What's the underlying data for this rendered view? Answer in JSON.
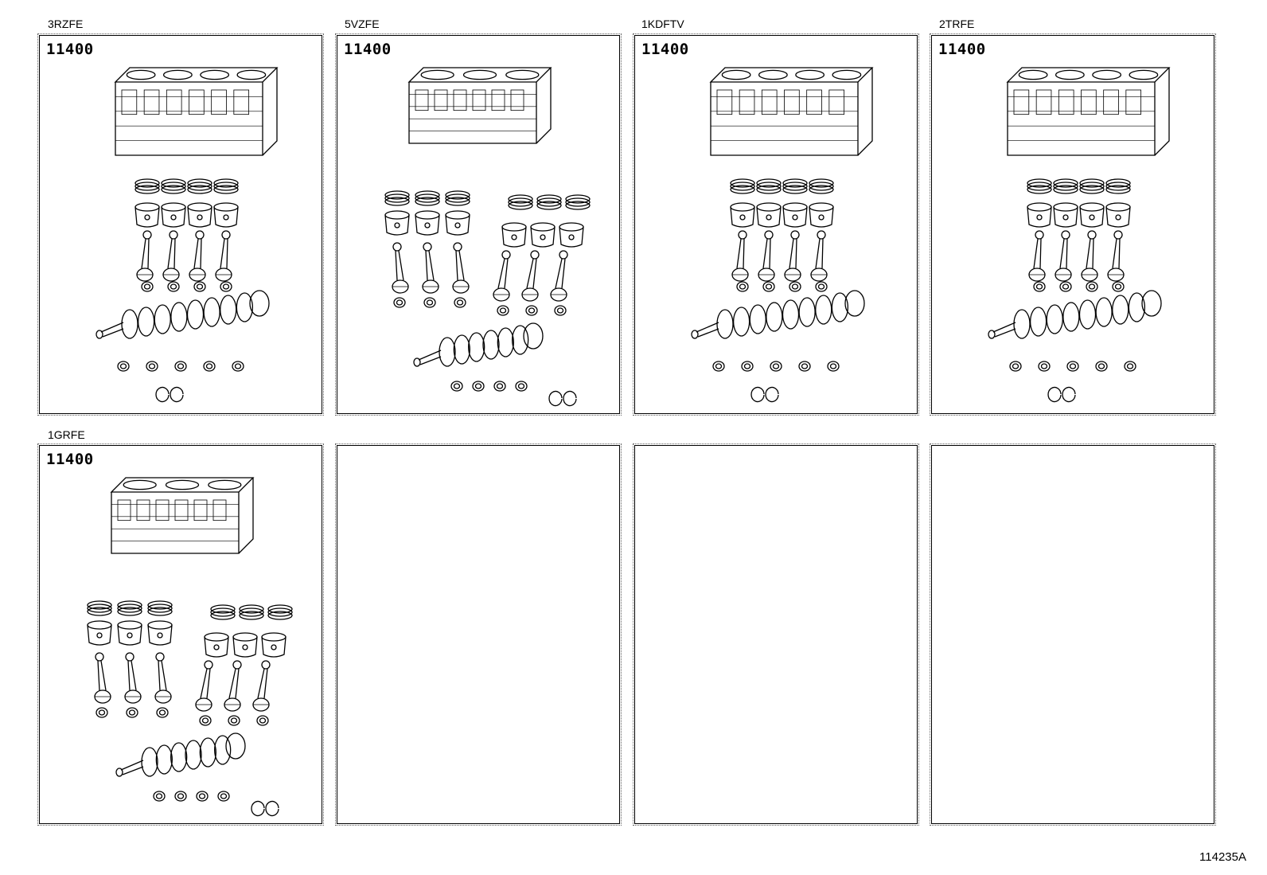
{
  "panels": [
    {
      "engine": "3RZFE",
      "part_number": "11400",
      "layout": "inline4"
    },
    {
      "engine": "5VZFE",
      "part_number": "11400",
      "layout": "v6"
    },
    {
      "engine": "1KDFTV",
      "part_number": "11400",
      "layout": "inline4"
    },
    {
      "engine": "2TRFE",
      "part_number": "11400",
      "layout": "inline4"
    },
    {
      "engine": "1GRFE",
      "part_number": "11400",
      "layout": "v6"
    },
    {
      "engine": "",
      "part_number": "",
      "layout": "empty"
    },
    {
      "engine": "",
      "part_number": "",
      "layout": "empty"
    },
    {
      "engine": "",
      "part_number": "",
      "layout": "empty"
    }
  ],
  "reference_code": "114235A"
}
